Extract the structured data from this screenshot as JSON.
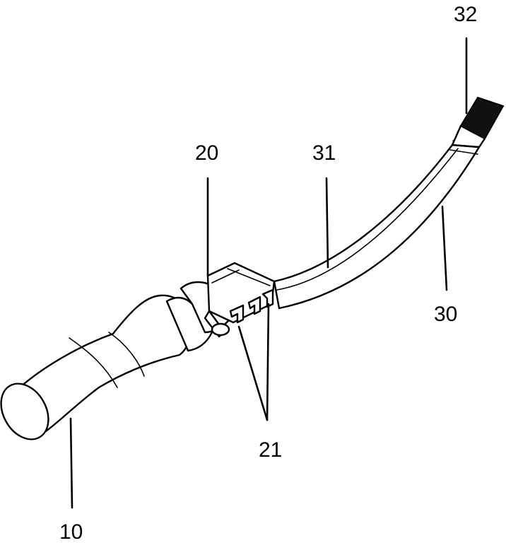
{
  "labels": {
    "handle": "10",
    "clamp": "20",
    "clamp_hooks": "21",
    "tube": "30",
    "tube_upper": "31",
    "tip": "32"
  }
}
